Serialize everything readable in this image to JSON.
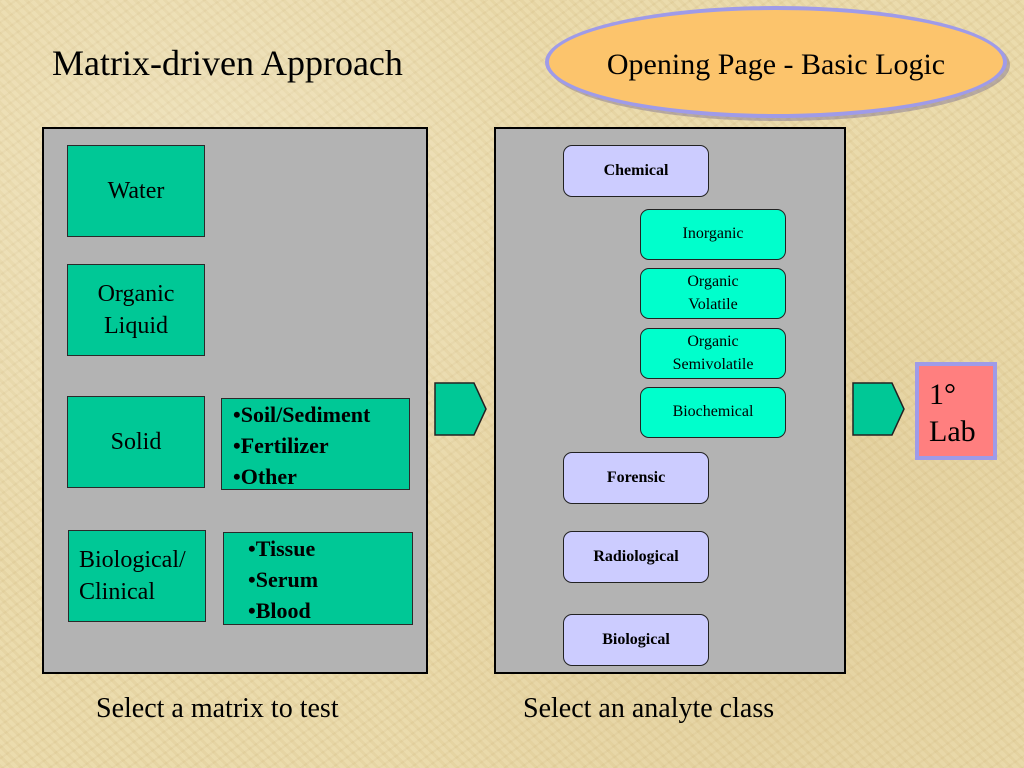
{
  "title": "Matrix-driven Approach",
  "badge": "Opening Page - Basic Logic",
  "matrix_panel": {
    "items": [
      {
        "label": "Water"
      },
      {
        "label": "Organic Liquid"
      },
      {
        "label": "Solid"
      },
      {
        "label": "Biological/ Clinical"
      }
    ],
    "solid_subtypes": [
      "•Soil/Sediment",
      "•Fertilizer",
      "•Other"
    ],
    "biological_subtypes": [
      "•Tissue",
      "•Serum",
      "•Blood"
    ],
    "caption": "Select a matrix to test"
  },
  "analyte_panel": {
    "classes": [
      "Chemical",
      "Forensic",
      "Radiological",
      "Biological"
    ],
    "chemical_subclasses": [
      "Inorganic",
      "Organic Volatile",
      "Organic Semivolatile",
      "Biochemical"
    ],
    "caption": "Select an analyte class"
  },
  "lab": {
    "line1": "1°",
    "line2": "Lab"
  },
  "colors": {
    "background": "#e9d8a6",
    "matrix_box": "#00c896",
    "analyte_class": "#ccccff",
    "chemical_subclass": "#00ffcc",
    "lab_box": "#ff7f7f",
    "badge_fill": "#fcc46c",
    "badge_border": "#9f9be8",
    "panel": "#b3b3b3"
  }
}
